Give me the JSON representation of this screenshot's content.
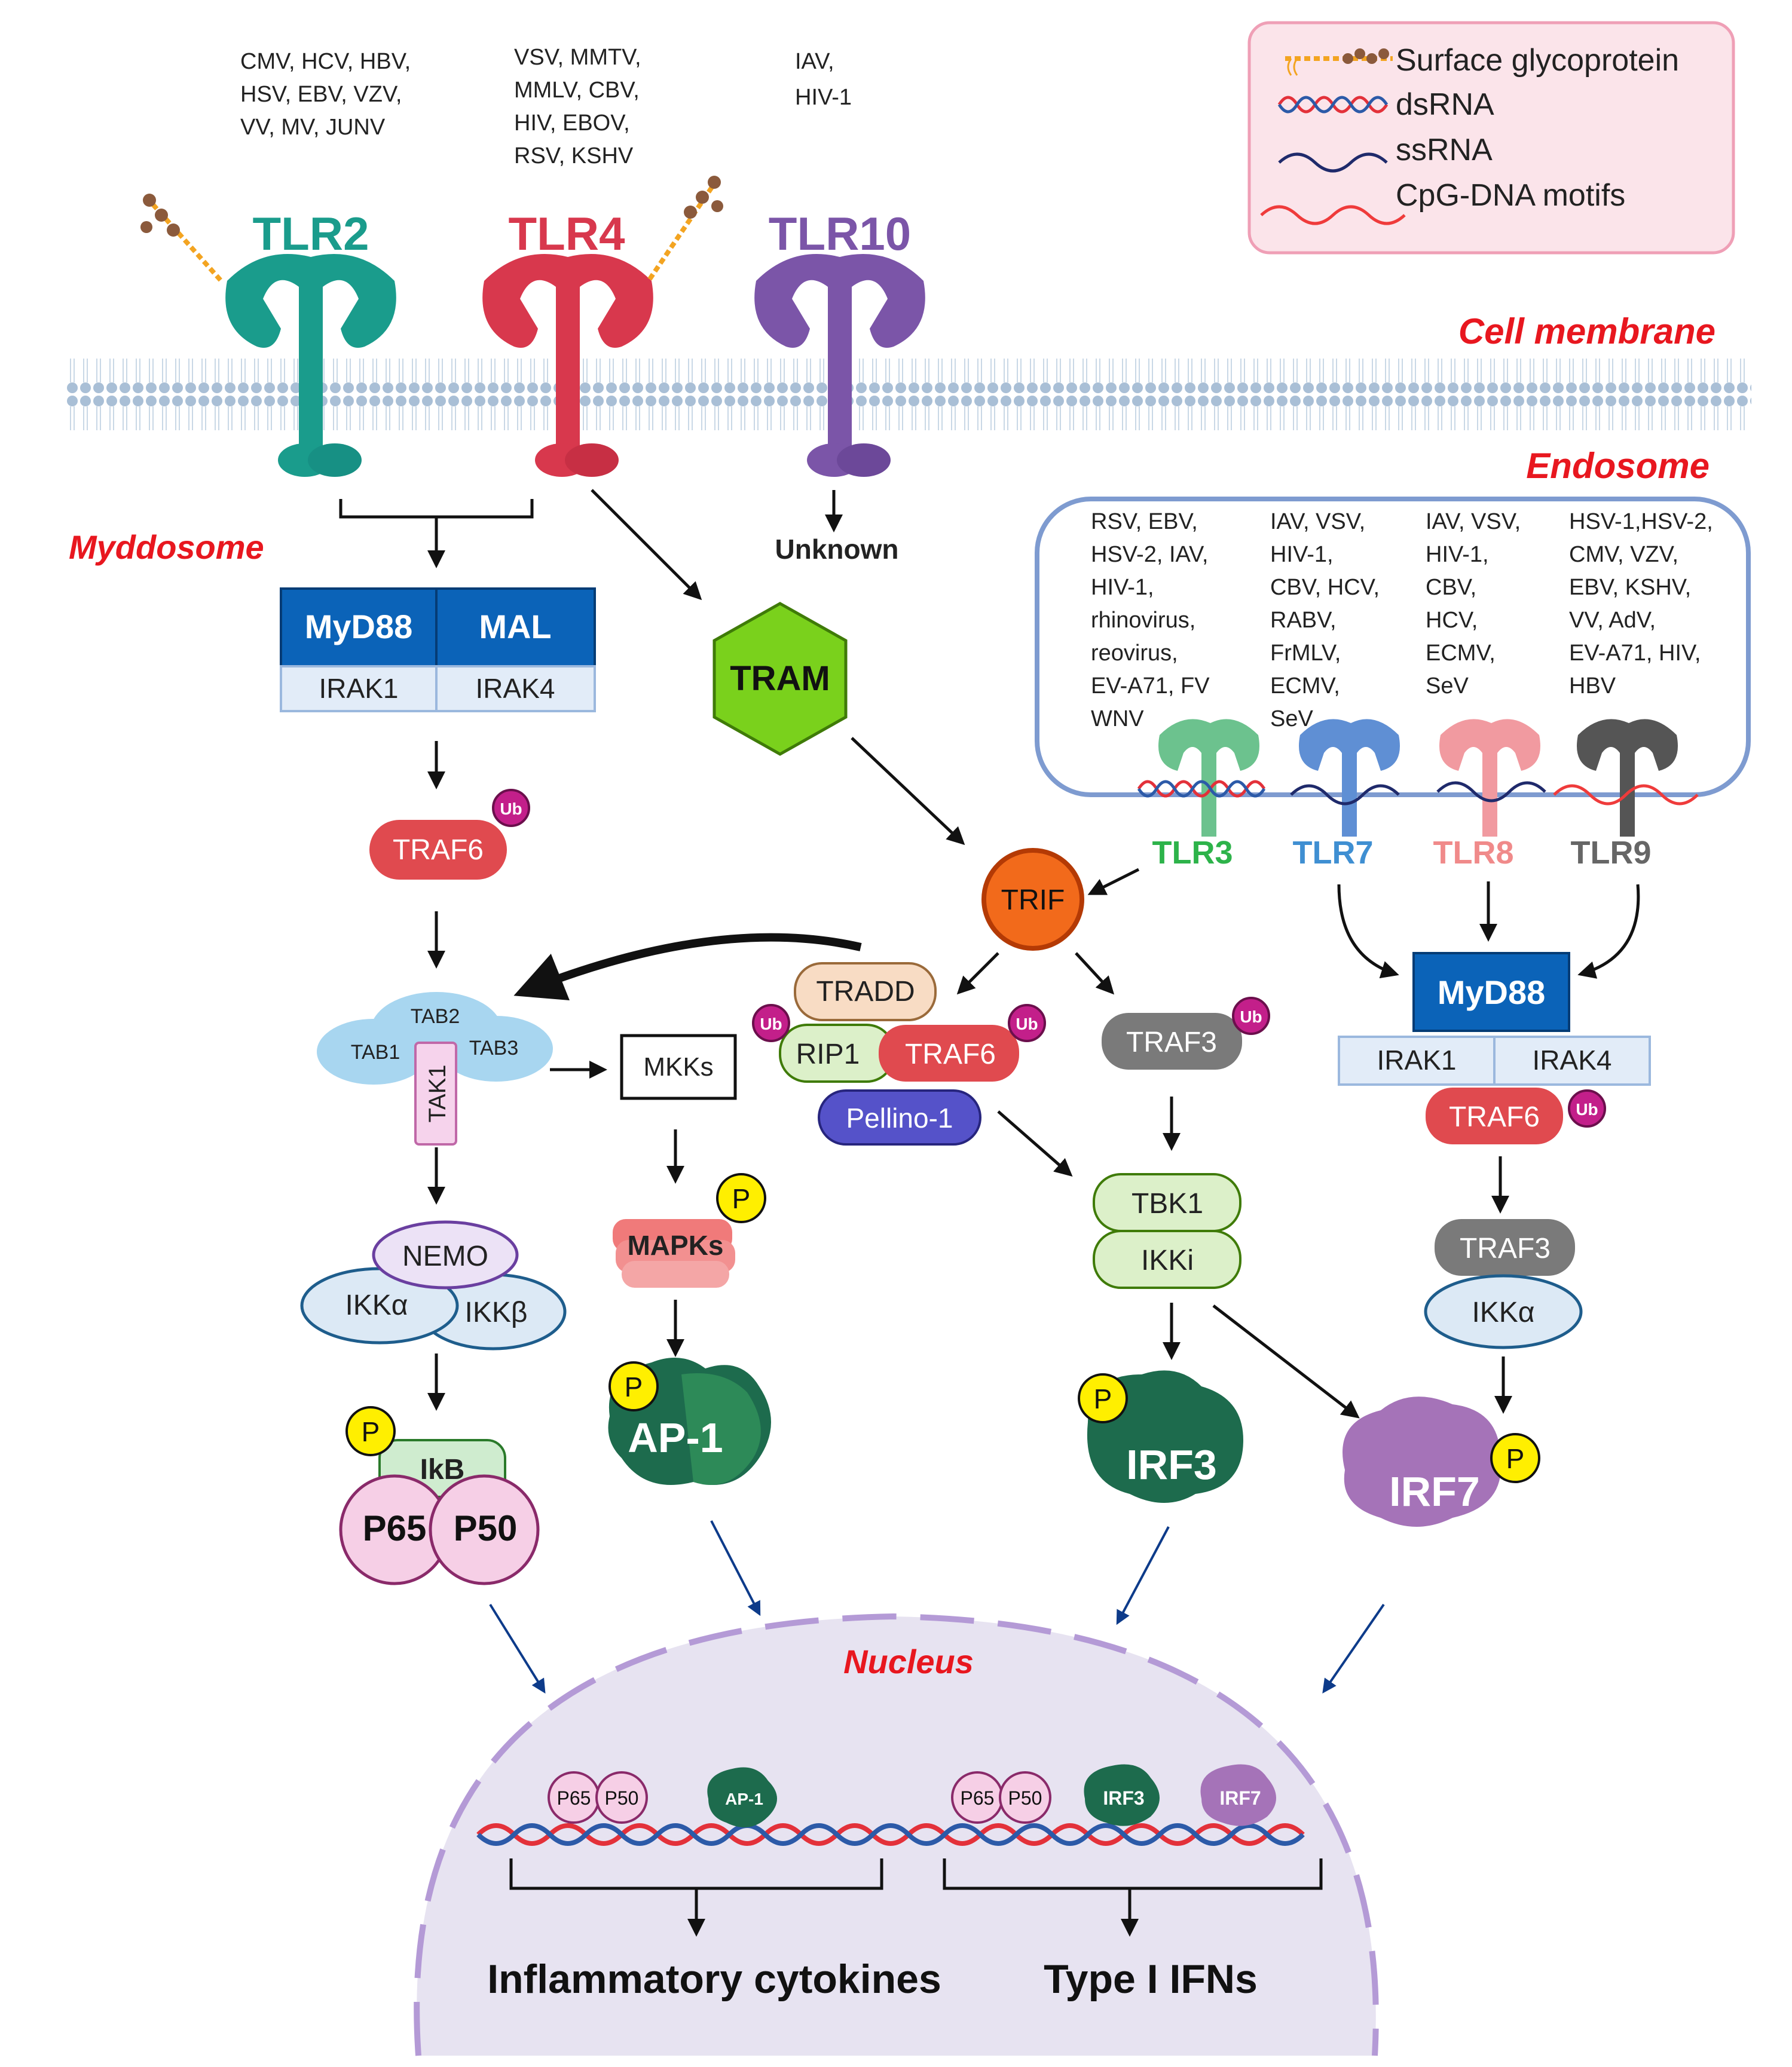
{
  "legend": {
    "items": [
      {
        "label": "Surface glycoprotein",
        "icon": "glycoprotein-icon"
      },
      {
        "label": "dsRNA",
        "icon": "dsrna-icon"
      },
      {
        "label": "ssRNA",
        "icon": "ssrna-icon"
      },
      {
        "label": "CpG-DNA motifs",
        "icon": "cpg-dna-icon"
      }
    ]
  },
  "compartments": {
    "cell_membrane": "Cell membrane",
    "endosome": "Endosome",
    "myddosome": "Myddosome",
    "nucleus": "Nucleus"
  },
  "surface_receptors": [
    {
      "name": "TLR2",
      "viruses": [
        "CMV, HCV, HBV,",
        "HSV,  EBV, VZV,",
        "VV, MV, JUNV"
      ],
      "color": "#1a9c8c"
    },
    {
      "name": "TLR4",
      "viruses": [
        "VSV, MMTV,",
        "MMLV, CBV,",
        "HIV, EBOV,",
        "RSV, KSHV"
      ],
      "color": "#d8384d"
    },
    {
      "name": "TLR10",
      "viruses": [
        "IAV,",
        "HIV-1"
      ],
      "color": "#7b55a8",
      "outcome": "Unknown"
    }
  ],
  "endosomal_receptors": [
    {
      "name": "TLR3",
      "viruses": [
        "RSV, EBV,",
        "HSV-2, IAV,",
        "HIV-1,",
        "rhinovirus,",
        "reovirus,",
        "EV-A71, FV",
        "WNV"
      ],
      "label_color": "#2db34a"
    },
    {
      "name": "TLR7",
      "viruses": [
        "IAV, VSV,",
        "HIV-1,",
        "CBV, HCV,",
        "RABV,",
        "FrMLV,",
        "ECMV,",
        "SeV"
      ],
      "label_color": "#3f8fd2"
    },
    {
      "name": "TLR8",
      "viruses": [
        "IAV, VSV,",
        "HIV-1,",
        "CBV,",
        "HCV,",
        "ECMV,",
        "SeV"
      ],
      "label_color": "#f08a8a"
    },
    {
      "name": "TLR9",
      "viruses": [
        "HSV-1,HSV-2,",
        "CMV, VZV,",
        "EBV, KSHV,",
        "VV, AdV,",
        "EV-A71, HIV,",
        "HBV"
      ],
      "label_color": "#666666"
    }
  ],
  "nodes": {
    "myd88_left": "MyD88",
    "mal": "MAL",
    "irak1_left": "IRAK1",
    "irak4_left": "IRAK4",
    "traf6_left": "TRAF6",
    "tram": "TRAM",
    "trif": "TRIF",
    "tab2": "TAB2",
    "tab1": "TAB1",
    "tab3": "TAB3",
    "tak1": "TAK1",
    "mkks": "MKKs",
    "mapks": "MAPKs",
    "tradd": "TRADD",
    "rip1": "RIP1",
    "traf6_mid": "TRAF6",
    "pellino": "Pellino-1",
    "traf3_mid": "TRAF3",
    "tbk1": "TBK1",
    "ikki": "IKKi",
    "nemo": "NEMO",
    "ikka": "IKKα",
    "ikkb": "IKKβ",
    "ikb": "IkB",
    "p65": "P65",
    "p50": "P50",
    "ap1": "AP-1",
    "irf3": "IRF3",
    "irf7": "IRF7",
    "myd88_right": "MyD88",
    "irak1_right": "IRAK1",
    "irak4_right": "IRAK4",
    "traf6_right": "TRAF6",
    "traf3_right": "TRAF3",
    "ikka_right": "IKKα"
  },
  "modifications": {
    "ubiquitin": "Ub",
    "phospho": "P"
  },
  "nucleus": {
    "bound": {
      "p65": "P65",
      "p50": "P50",
      "ap1": "AP-1",
      "irf3": "IRF3",
      "irf7": "IRF7"
    },
    "outputs": [
      "Inflammatory cytokines",
      "Type I IFNs"
    ]
  },
  "colors": {
    "red_label": "#e8171f",
    "myd88": "#0b63b8",
    "irak_fill": "#e2ecf8",
    "traf6": "#e04a4f",
    "tram": "#7ad11c",
    "trif": "#f26a1b",
    "traf3": "#7a7a7a",
    "green_box": "#dcf0c9",
    "ap1": "#1d6b4d",
    "irf7": "#a573b8",
    "nucleus": "#e7e3f1",
    "legend_bg": "#fbe4ea",
    "legend_border": "#ef9fb6"
  }
}
